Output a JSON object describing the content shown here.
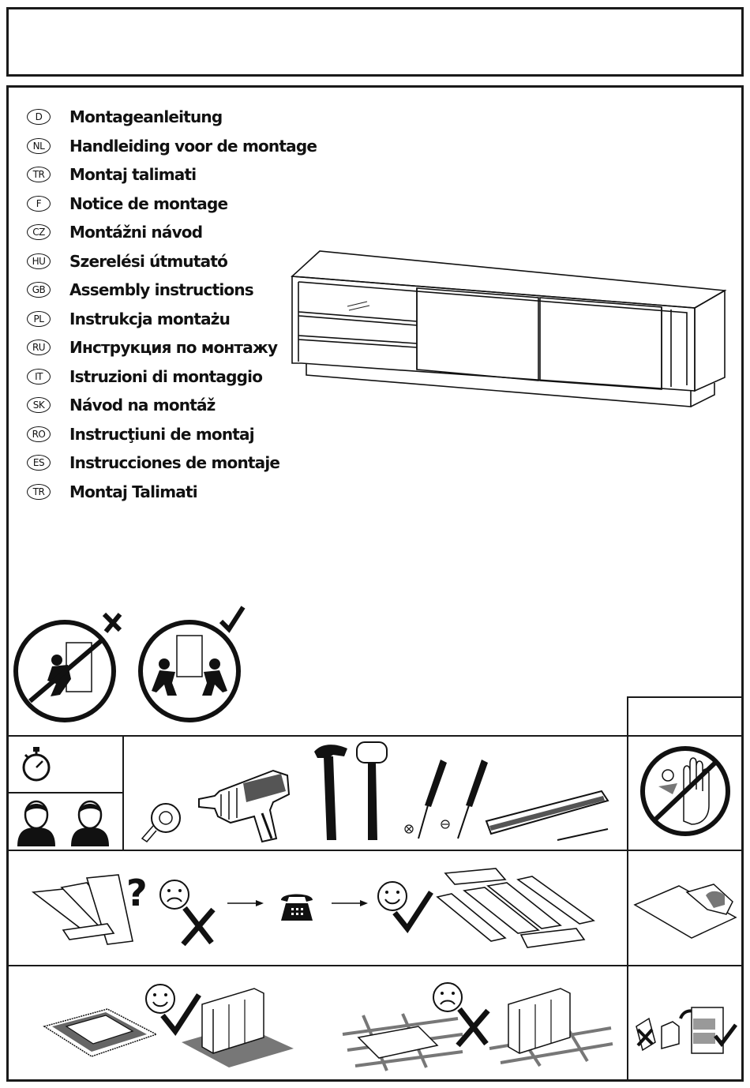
{
  "header": {
    "title": ""
  },
  "languages": [
    {
      "code": "D",
      "label": "Montageanleitung"
    },
    {
      "code": "NL",
      "label": "Handleiding voor de montage"
    },
    {
      "code": "TR",
      "label": "Montaj talimati"
    },
    {
      "code": "F",
      "label": "Notice de montage"
    },
    {
      "code": "CZ",
      "label": "Montážni návod"
    },
    {
      "code": "HU",
      "label": "Szerelési útmutató"
    },
    {
      "code": "GB",
      "label": "Assembly instructions"
    },
    {
      "code": "PL",
      "label": "Instrukcja montażu"
    },
    {
      "code": "RU",
      "label": "Инструкция по монтажу"
    },
    {
      "code": "IT",
      "label": "Istruzioni di montaggio"
    },
    {
      "code": "SK",
      "label": "Návod na montáž"
    },
    {
      "code": "RO",
      "label": "Instrucţiuni de montaj"
    },
    {
      "code": "ES",
      "label": "Instrucciones de montaje"
    },
    {
      "code": "TR",
      "label": "Montaj Talimati"
    }
  ],
  "icons": {
    "wrong": "cross-mark-icon",
    "right": "check-mark-icon",
    "phone": "telephone-icon",
    "question": "?"
  },
  "side_panel": {
    "label": ""
  }
}
